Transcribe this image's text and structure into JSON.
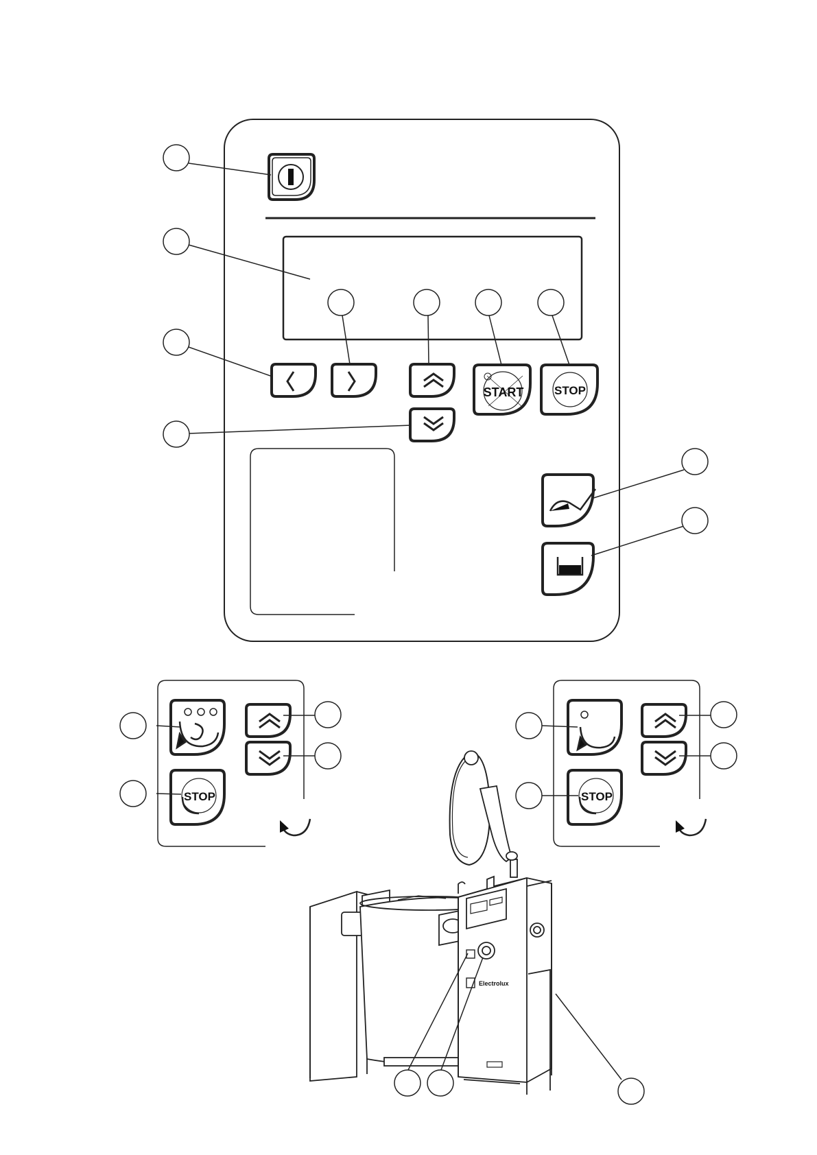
{
  "diagram": {
    "main_panel": {
      "power_button": {
        "icon": "power-i-icon"
      },
      "display": {},
      "buttons": {
        "left": {
          "icon": "chevron-left-icon"
        },
        "right": {
          "icon": "chevron-right-icon"
        },
        "up": {
          "icon": "chevron-double-up-icon"
        },
        "down": {
          "icon": "chevron-double-down-icon"
        },
        "start": {
          "label": "START",
          "icon": "start-icon"
        },
        "stop": {
          "label": "STOP",
          "icon": "stop-icon"
        },
        "tilt": {
          "icon": "tilt-kettle-icon"
        },
        "fill": {
          "icon": "water-fill-icon"
        }
      }
    },
    "left_panel": {
      "mixer_button": {
        "icon": "mixer-three-speed-icon"
      },
      "up_button": {
        "icon": "chevron-double-up-icon"
      },
      "down_button": {
        "icon": "chevron-double-down-icon"
      },
      "stop_button": {
        "label": "STOP",
        "icon": "stop-rotate-icon"
      },
      "rotation_icon": "rotation-arrow-icon"
    },
    "right_panel": {
      "mixer_button": {
        "icon": "mixer-one-speed-icon"
      },
      "up_button": {
        "icon": "chevron-double-up-icon"
      },
      "down_button": {
        "icon": "chevron-double-down-icon"
      },
      "stop_button": {
        "label": "STOP",
        "icon": "stop-rotate-icon"
      },
      "rotation_icon": "rotation-arrow-icon"
    },
    "kettle": {
      "brand": "Electrolux"
    }
  }
}
